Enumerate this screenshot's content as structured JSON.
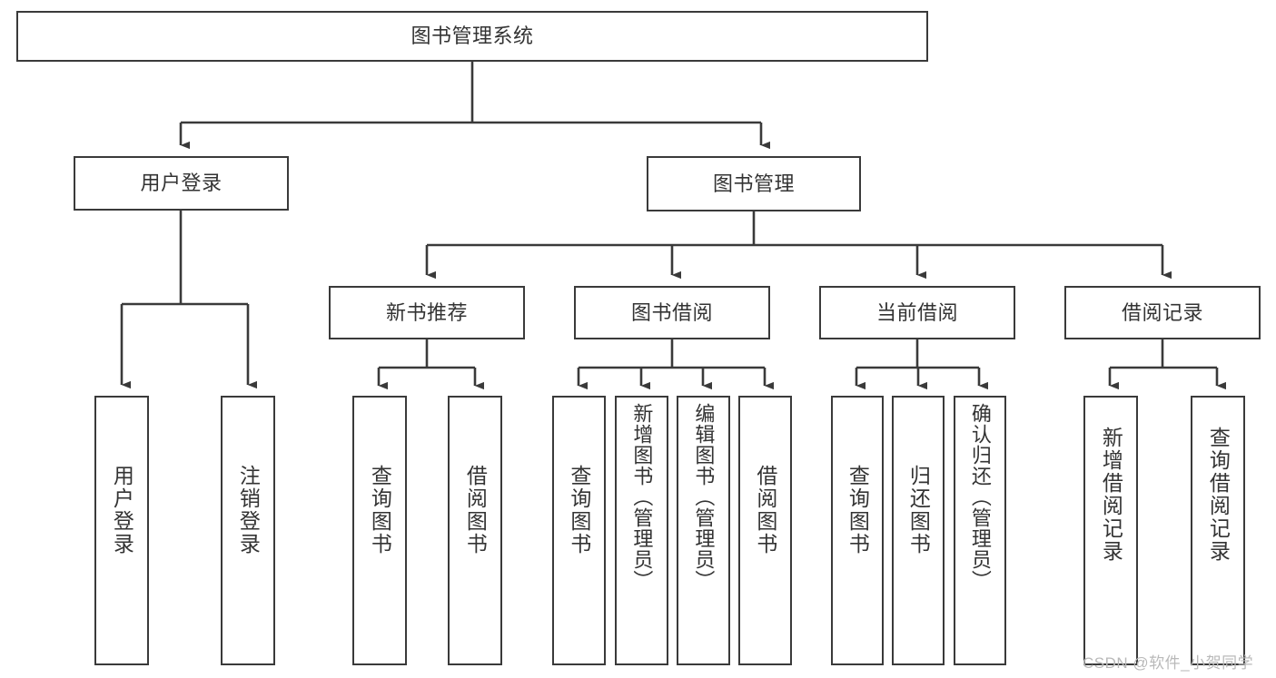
{
  "diagram": {
    "title": "图书管理系统",
    "type": "tree",
    "colors": {
      "background": "#ffffff",
      "node_border": "#3a3a3a",
      "node_fill": "#ffffff",
      "text": "#333333",
      "edge": "#3a3a3a",
      "watermark": "#b9b9b9"
    },
    "root": {
      "label": "图书管理系统"
    },
    "level2": [
      {
        "label": "用户登录"
      },
      {
        "label": "图书管理"
      }
    ],
    "level3": [
      {
        "label": "新书推荐"
      },
      {
        "label": "图书借阅"
      },
      {
        "label": "当前借阅"
      },
      {
        "label": "借阅记录"
      }
    ],
    "leaves": {
      "user_login": [
        {
          "label": "用户登录"
        },
        {
          "label": "注销登录"
        }
      ],
      "new_book": [
        {
          "label": "查询图书"
        },
        {
          "label": "借阅图书"
        }
      ],
      "book_borrow": [
        {
          "label": "查询图书"
        },
        {
          "label": "新增图书（管理员）"
        },
        {
          "label": "编辑图书（管理员）"
        },
        {
          "label": "借阅图书"
        }
      ],
      "current_borrow": [
        {
          "label": "查询图书"
        },
        {
          "label": "归还图书"
        },
        {
          "label": "确认归还（管理员）"
        }
      ],
      "borrow_record": [
        {
          "label": "新增借阅记录"
        },
        {
          "label": "查询借阅记录"
        }
      ]
    }
  },
  "watermark": {
    "text": "CSDN @软件_小贺同学"
  }
}
